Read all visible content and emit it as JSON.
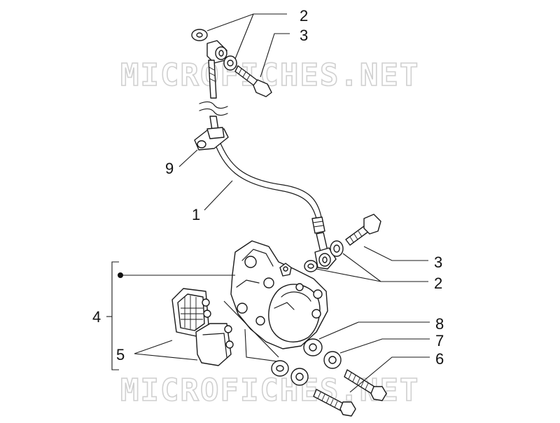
{
  "watermark": {
    "text": "MICROFICHES.NET"
  },
  "callouts": {
    "brake_hose": "1",
    "washer_top": "2",
    "banjo_bolt_top": "3",
    "caliper_assembly": "4",
    "brake_pads": "5",
    "bolt_long": "6",
    "washer_small": "7",
    "washer_large": "8",
    "hose_clamp": "9",
    "banjo_bolt_lower": "3",
    "washer_lower": "2"
  },
  "colors": {
    "line": "#1a1a1a",
    "watermark": "#d0d0d0",
    "background": "#ffffff"
  }
}
